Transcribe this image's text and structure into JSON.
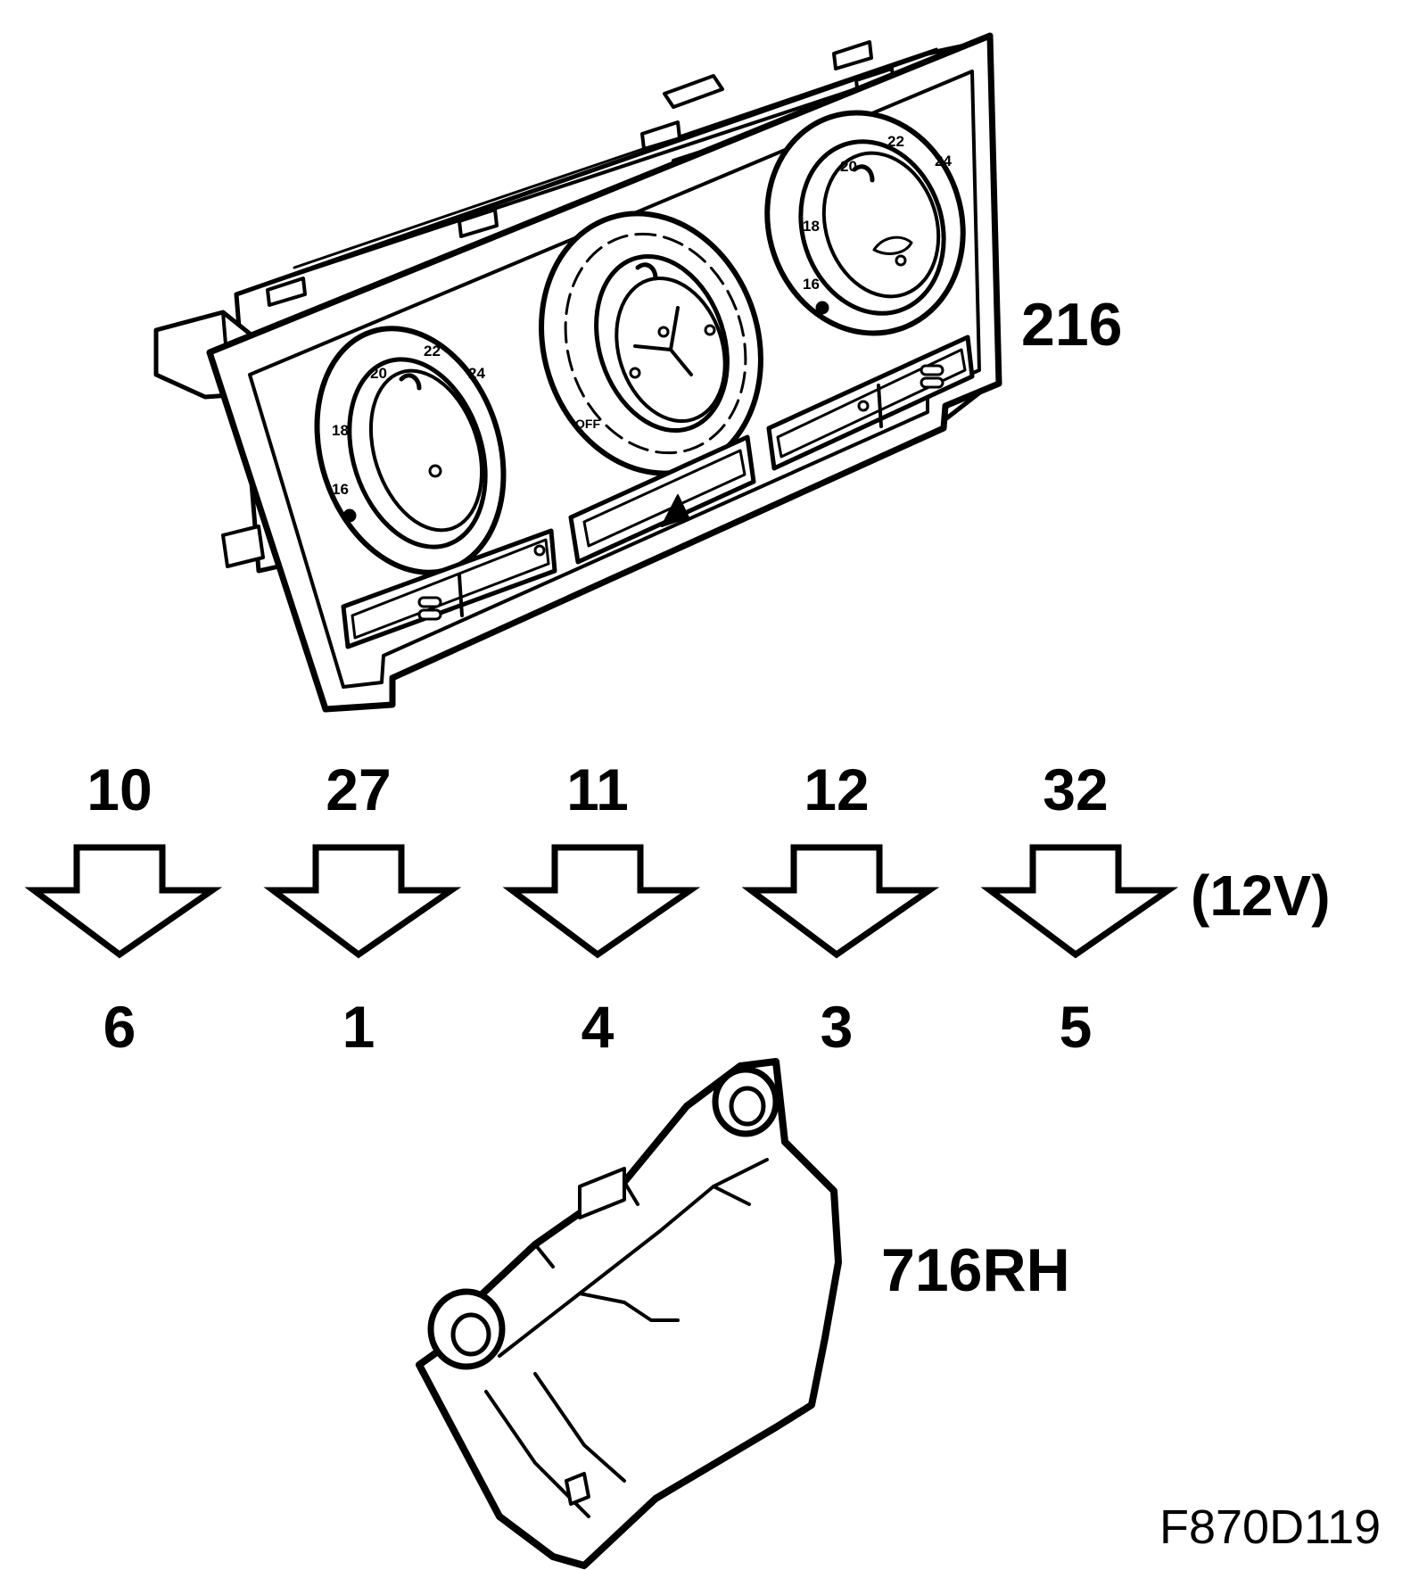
{
  "components": {
    "control_panel": {
      "label": "216"
    },
    "actuator": {
      "label": "716RH"
    }
  },
  "panel_markings": {
    "left_scale": [
      "16",
      "18",
      "20",
      "22",
      "24"
    ],
    "right_scale": [
      "16",
      "18",
      "20",
      "22",
      "24"
    ],
    "fan_off": "OFF"
  },
  "connections": [
    {
      "from_pin": "10",
      "to_pin": "6"
    },
    {
      "from_pin": "27",
      "to_pin": "1"
    },
    {
      "from_pin": "11",
      "to_pin": "4"
    },
    {
      "from_pin": "12",
      "to_pin": "3"
    },
    {
      "from_pin": "32",
      "to_pin": "5"
    }
  ],
  "voltage_note": "(12V)",
  "figure_ref": "F870D119"
}
